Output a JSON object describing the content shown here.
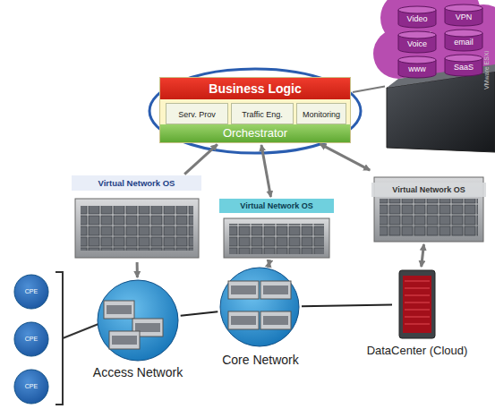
{
  "diagram": {
    "nodes": [
      {
        "text": [
          "Business Logic",
          "Orchestrator"
        ]
      },
      {
        "text": [
          "Serv. Prov"
        ],
        "in": 0
      },
      {
        "text": [
          "Traffic Eng."
        ],
        "in": 0
      },
      {
        "text": [
          "Monitoring"
        ],
        "in": 0
      },
      {
        "text": [
          "VMware ESXi"
        ]
      },
      {
        "text": [
          "Video"
        ],
        "in": 4
      },
      {
        "text": [
          "VPN"
        ],
        "in": 4
      },
      {
        "text": [
          "Voice"
        ],
        "in": 4
      },
      {
        "text": [
          "email"
        ],
        "in": 4
      },
      {
        "text": [
          "www"
        ],
        "in": 4
      },
      {
        "text": [
          "SaaS"
        ],
        "in": 4
      },
      {
        "text": [
          "Virtual Network OS"
        ]
      },
      {
        "text": [
          "Virtual Network OS"
        ]
      },
      {
        "text": [
          "Virtual Network OS"
        ]
      },
      {
        "text": [
          "CPE"
        ]
      },
      {
        "text": [
          "CPE"
        ]
      },
      {
        "text": [
          "CPE"
        ]
      },
      {
        "text": [
          "Access Network"
        ]
      },
      {
        "text": [
          "Core Network"
        ]
      },
      {
        "text": [
          "DataCenter (Cloud)"
        ]
      }
    ],
    "edges": [
      {
        "from": 11,
        "to": 0,
        "arrow": "to"
      },
      {
        "from": 12,
        "to": 0,
        "arrow": "both"
      },
      {
        "from": 13,
        "to": 0,
        "arrow": "both"
      },
      {
        "from": 0,
        "to": 4,
        "arrow": "none"
      },
      {
        "from": 11,
        "to": 17,
        "arrow": "to"
      },
      {
        "from": 12,
        "to": 18,
        "arrow": "both"
      },
      {
        "from": 13,
        "to": 19,
        "arrow": "both"
      },
      {
        "from": 17,
        "to": 18,
        "arrow": "none"
      },
      {
        "from": 18,
        "to": 19,
        "arrow": "none"
      }
    ]
  }
}
